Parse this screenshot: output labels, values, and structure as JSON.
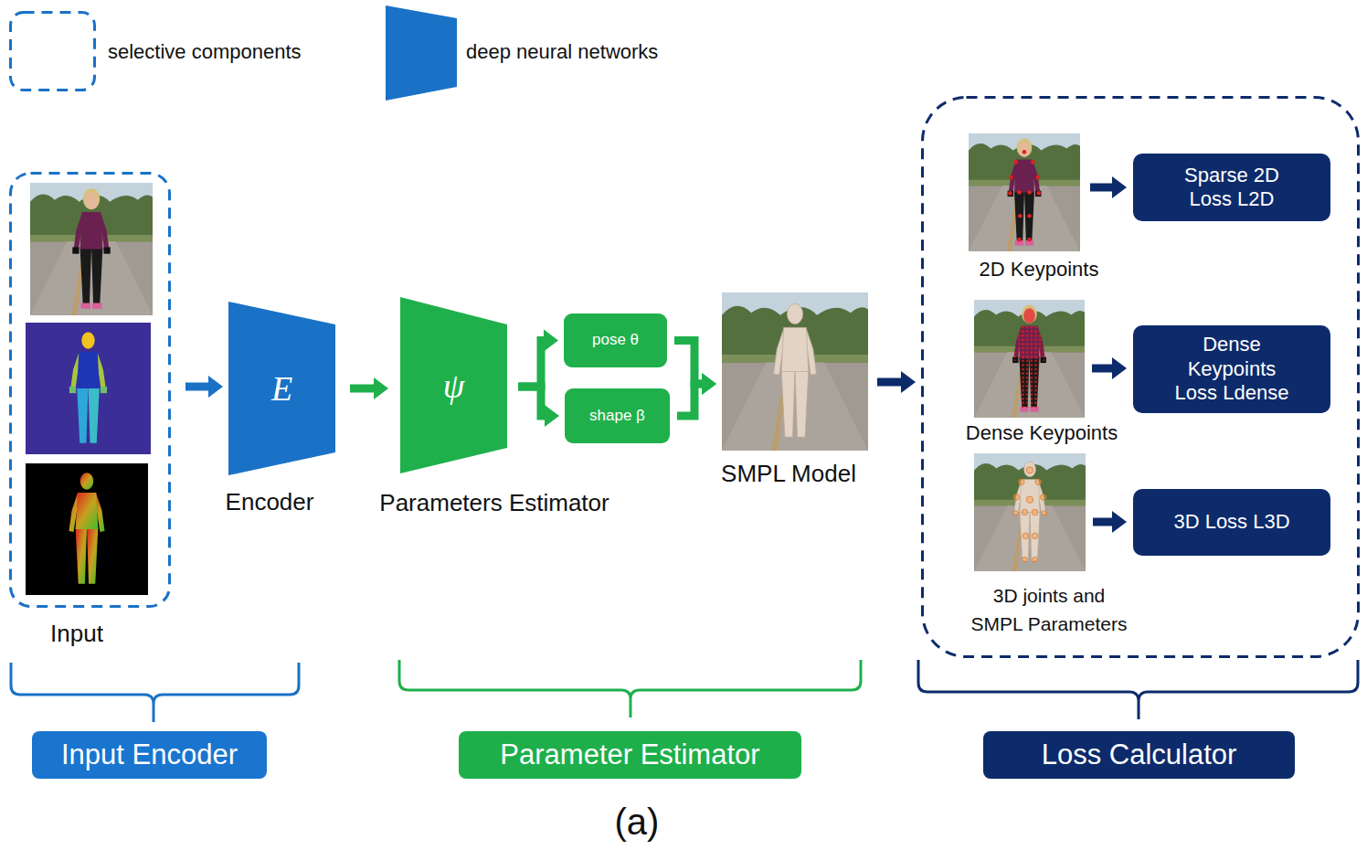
{
  "diagram": {
    "caption": "(a)",
    "nodes": [
      {
        "text": [
          "Input"
        ]
      },
      {
        "text": [
          "E",
          "Encoder"
        ]
      },
      {
        "text": [
          "ψ",
          "Parameters Estimator"
        ]
      },
      {
        "text": [
          "pose θ"
        ]
      },
      {
        "text": [
          "shape β"
        ]
      },
      {
        "text": [
          "SMPL Model"
        ]
      },
      {
        "text": []
      },
      {
        "text": [
          "2D Keypoints"
        ],
        "in": 6
      },
      {
        "text": [
          "Sparse 2D Loss L2D"
        ],
        "in": 6
      },
      {
        "text": [
          "Dense Keypoints"
        ],
        "in": 6
      },
      {
        "text": [
          "Dense Keypoints Loss Ldense"
        ],
        "in": 6
      },
      {
        "text": [
          "3D joints and SMPL Parameters"
        ],
        "in": 6
      },
      {
        "text": [
          "3D Loss L3D"
        ],
        "in": 6
      },
      {
        "text": [
          "Input Encoder"
        ]
      },
      {
        "text": [
          "Parameter Estimator"
        ]
      },
      {
        "text": [
          "Loss Calculator"
        ]
      }
    ],
    "edges": [
      {
        "from": 0,
        "to": 1,
        "arrow": "to"
      },
      {
        "from": 1,
        "to": 2,
        "arrow": "to"
      },
      {
        "from": 2,
        "to": 3,
        "arrow": "to"
      },
      {
        "from": 2,
        "to": 4,
        "arrow": "to"
      },
      {
        "from": 3,
        "to": 5,
        "arrow": "to"
      },
      {
        "from": 4,
        "to": 5,
        "arrow": "to"
      },
      {
        "from": 5,
        "to": 6,
        "arrow": "to"
      },
      {
        "from": 7,
        "to": 8,
        "arrow": "to"
      },
      {
        "from": 9,
        "to": 10,
        "arrow": "to"
      },
      {
        "from": 11,
        "to": 12,
        "arrow": "to"
      }
    ],
    "legend": [
      {
        "text": "selective components"
      },
      {
        "text": "deep neural networks"
      }
    ]
  }
}
